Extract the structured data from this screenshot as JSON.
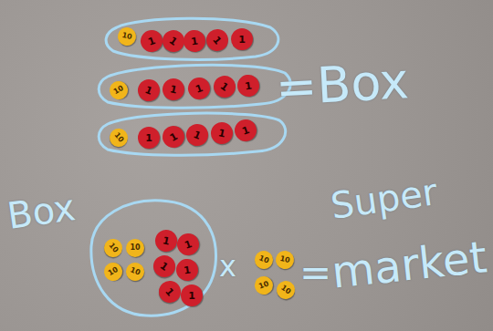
{
  "diagram": {
    "labels": [
      "10",
      "1",
      "1",
      "1",
      "1",
      "1",
      "10",
      "1",
      "1",
      "1",
      "1",
      "1",
      "10",
      "1",
      "1",
      "1",
      "1",
      "1",
      "=Box",
      "Box",
      "10",
      "10",
      "10",
      "10",
      "1",
      "1",
      "1",
      "1",
      "1",
      "1",
      "x",
      "10",
      "10",
      "10",
      "10",
      "Super",
      "=",
      "market"
    ]
  }
}
